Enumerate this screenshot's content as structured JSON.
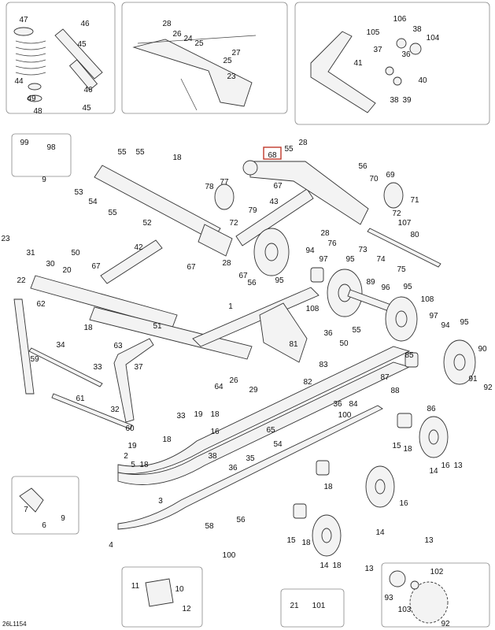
{
  "diagram_code": "26L1154",
  "highlighted_part": "68",
  "colors": {
    "highlight": "#c0392b",
    "ink": "#333333"
  },
  "labels": [
    "47",
    "46",
    "45",
    "44",
    "49",
    "48",
    "46",
    "45",
    "28",
    "26",
    "24",
    "25",
    "27",
    "25",
    "23",
    "106",
    "38",
    "105",
    "104",
    "37",
    "36",
    "41",
    "40",
    "38",
    "39",
    "99",
    "98",
    "9",
    "55",
    "55",
    "18",
    "53",
    "54",
    "55",
    "52",
    "78",
    "77",
    "72",
    "79",
    "43",
    "42",
    "50",
    "67",
    "67",
    "28",
    "67",
    "56",
    "95",
    "31",
    "30",
    "20",
    "23",
    "22",
    "62",
    "18",
    "51",
    "63",
    "1",
    "34",
    "59",
    "33",
    "37",
    "68",
    "55",
    "28",
    "56",
    "70",
    "69",
    "71",
    "72",
    "67",
    "28",
    "76",
    "107",
    "80",
    "73",
    "74",
    "75",
    "94",
    "97",
    "95",
    "89",
    "96",
    "95",
    "108",
    "108",
    "97",
    "94",
    "95",
    "90",
    "91",
    "92",
    "81",
    "36",
    "50",
    "55",
    "83",
    "85",
    "82",
    "87",
    "88",
    "86",
    "36",
    "100",
    "84",
    "64",
    "26",
    "29",
    "61",
    "32",
    "60",
    "33",
    "19",
    "18",
    "16",
    "65",
    "54",
    "18",
    "19",
    "2",
    "5",
    "18",
    "38",
    "36",
    "35",
    "15",
    "18",
    "14",
    "16",
    "13",
    "18",
    "16",
    "13",
    "14",
    "3",
    "58",
    "56",
    "7",
    "6",
    "9",
    "15",
    "18",
    "4",
    "100",
    "14",
    "18",
    "13",
    "11",
    "10",
    "12",
    "21",
    "101",
    "102",
    "93",
    "103",
    "92"
  ]
}
